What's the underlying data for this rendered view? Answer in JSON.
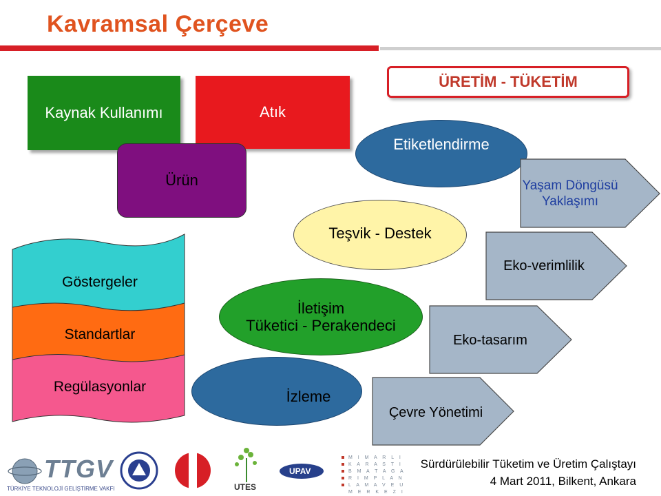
{
  "title": "Kavramsal Çerçeve",
  "header_box": "ÜRETİM - TÜKETİM",
  "nodes": {
    "kaynak": "Kaynak Kullanımı",
    "atik": "Atık",
    "urun": "Ürün",
    "etiket": "Etiketlendirme",
    "yasam_line1": "Yaşam Döngüsü",
    "yasam_line2": "Yaklaşımı",
    "tesvik": "Teşvik - Destek",
    "ekoverim": "Eko-verimlilik",
    "gostergeler": "Göstergeler",
    "standartlar": "Standartlar",
    "regulasyon": "Regülasyonlar",
    "iletisim_line1": "İletişim",
    "iletisim_line2": "Tüketici - Perakendeci",
    "ekotasarim": "Eko-tasarım",
    "izleme": "İzleme",
    "cevre": "Çevre Yönetimi"
  },
  "footer": {
    "line1": "Sürdürülebilir Tüketim ve Üretim Çalıştayı",
    "line2": "4 Mart 2011, Bilkent, Ankara",
    "logo_ttgv": "TTGV",
    "logo_ttgv_sub": "TÜRKİYE TEKNOLOJİ GELİŞTİRME VAKFI",
    "logo_utes": "UTES",
    "logo_upav": "UPAV",
    "logo_mimarlik": "MIMARLIK"
  },
  "colors": {
    "title": "#e0531f",
    "green": "#1a8a1a",
    "red": "#e8191e",
    "purple": "#7f0f7f",
    "blue_ellipse": "#2d6a9e",
    "yellow": "#fff4a8",
    "grey_arrow": "#a5b6c8",
    "teal": "#33cfcf",
    "orange": "#ff6b12",
    "pink": "#f5588e"
  }
}
